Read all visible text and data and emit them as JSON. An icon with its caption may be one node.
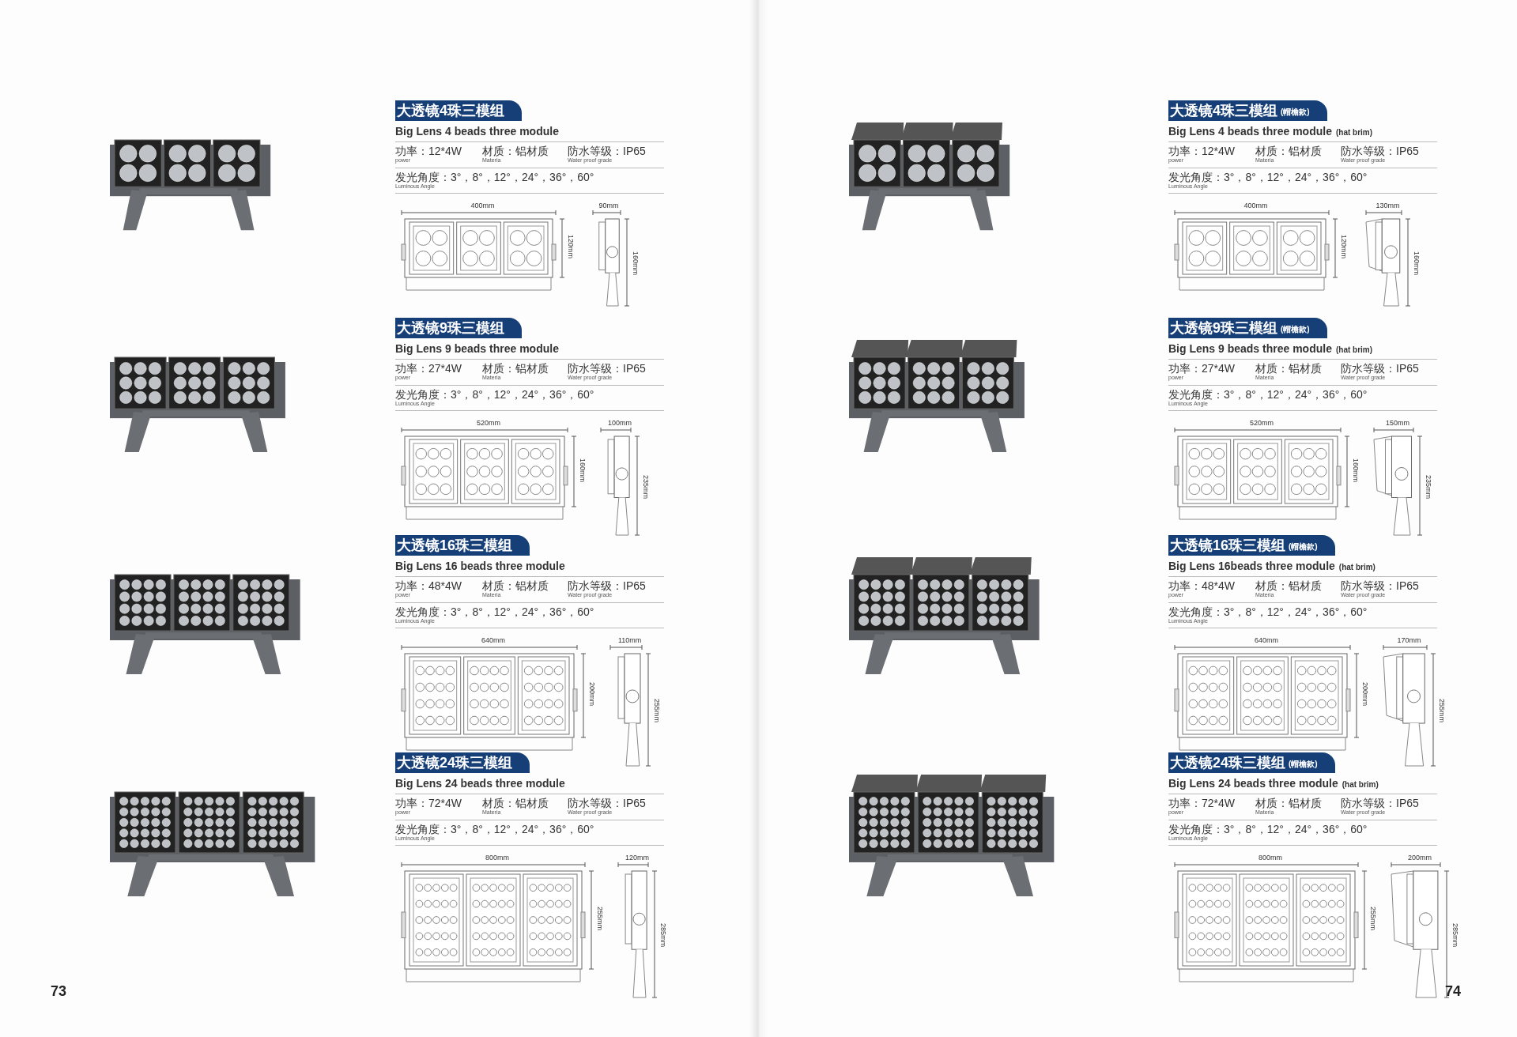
{
  "diagram": {
    "nodes": [
      {
        "text": [
          "大透镜4珠三模组"
        ]
      },
      {
        "text": [
          "大透镜9珠三模组"
        ]
      },
      {
        "text": [
          "大透镜16珠三模组"
        ]
      },
      {
        "text": [
          "大透镜24珠三模组"
        ]
      },
      {
        "text": [
          "大透镜4珠三模组",
          "(帽檐款)"
        ]
      },
      {
        "text": [
          "大透镜9珠三模组",
          "(帽檐款)"
        ]
      },
      {
        "text": [
          "大透镜16珠三模组",
          "(帽檐款)"
        ]
      },
      {
        "text": [
          "大透镜24珠三模组",
          "(帽檐款)"
        ]
      }
    ],
    "labels": [
      "Big Lens 4 beads three module",
      "功率：12*4W",
      "power",
      "材质：铝材质",
      "Materia",
      "防水等级：IP65",
      "Water proof grade",
      "发光角度：3°，8°，12°，24°，36°，60°",
      "Luminous Angle",
      "400mm",
      "90mm",
      "120mm",
      "160mm",
      "Big Lens 9 beads three module",
      "功率：27*4W",
      "power",
      "材质：铝材质",
      "Materia",
      "防水等级：IP65",
      "Water proof grade",
      "发光角度：3°，8°，12°，24°，36°，60°",
      "Luminous Angle",
      "520mm",
      "100mm",
      "160mm",
      "235mm",
      "Big Lens 16 beads three module",
      "功率：48*4W",
      "power",
      "材质：铝材质",
      "Materia",
      "防水等级：IP65",
      "Water proof grade",
      "发光角度：3°，8°，12°，24°，36°，60°",
      "Luminous Angle",
      "640mm",
      "110mm",
      "200mm",
      "255mm",
      "Big Lens 24 beads three module",
      "功率：72*4W",
      "power",
      "材质：铝材质",
      "Materia",
      "防水等级：IP65",
      "Water proof grade",
      "发光角度：3°，8°，12°，24°，36°，60°",
      "Luminous Angle",
      "800mm",
      "120mm",
      "255mm",
      "285mm",
      "73",
      "Big Lens 4 beads three module",
      "(hat brim)",
      "功率：12*4W",
      "power",
      "材质：铝材质",
      "Materia",
      "防水等级：IP65",
      "Water proof grade",
      "发光角度：3°，8°，12°，24°，36°，60°",
      "Luminous Angle",
      "400mm",
      "130mm",
      "120mm",
      "160mm",
      "Big Lens 9 beads three module",
      "(hat brim)",
      "功率：27*4W",
      "power",
      "材质：铝材质",
      "Materia",
      "防水等级：IP65",
      "Water proof grade",
      "发光角度：3°，8°，12°，24°，36°，60°",
      "Luminous Angle",
      "520mm",
      "150mm",
      "160mm",
      "235mm",
      "Big Lens 16beads three module",
      "(hat brim)",
      "功率：48*4W",
      "power",
      "材质：铝材质",
      "Materia",
      "防水等级：IP65",
      "Water proof grade",
      "发光角度：3°，8°，12°，24°，36°，60°",
      "Luminous Angle",
      "640mm",
      "170mm",
      "200mm",
      "255mm",
      "Big Lens 24 beads three module",
      "(hat brim)",
      "功率：72*4W",
      "power",
      "材质：铝材质",
      "Materia",
      "防水等级：IP65",
      "Water proof grade",
      "发光角度：3°，8°，12°，24°，36°，60°",
      "Luminous Angle",
      "800mm",
      "200mm",
      "255mm",
      "285mm",
      "74"
    ]
  }
}
